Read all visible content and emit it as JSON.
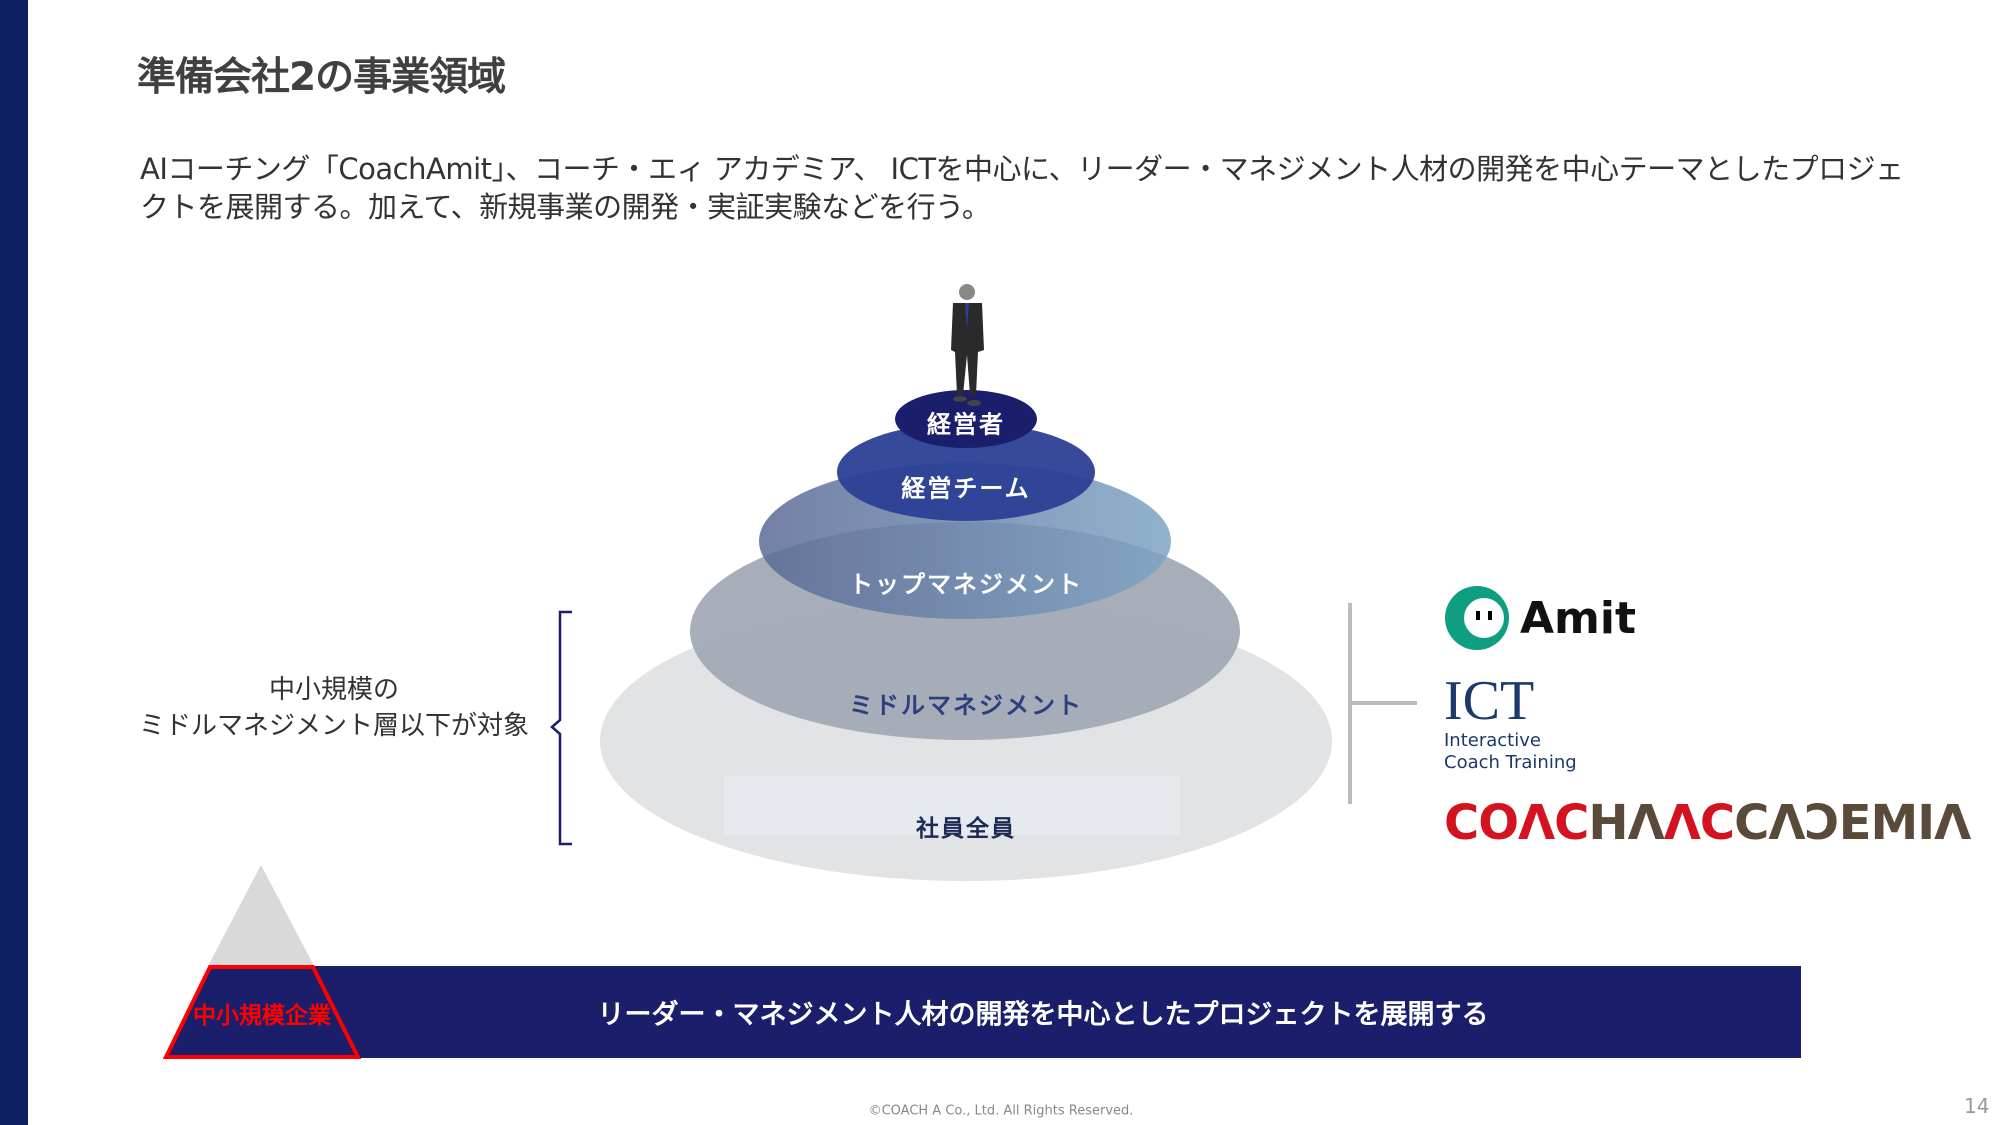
{
  "title": "準備会社2の事業領域",
  "description": [
    "AIコーチング「CoachAmit」、コーチ・エィ アカデミア、 ICTを中心に、リーダー・マネジメント人材の開発を中心テーマとしたプロジェ",
    "クトを展開する。加えて、新規事業の開発・実証実験などを行う。"
  ],
  "pyramid": {
    "levels": [
      "経営者",
      "経営チーム",
      "トップマネジメント",
      "ミドルマネジメント",
      "社員全員"
    ]
  },
  "target_label": [
    "中小規模の",
    "ミドルマネジメント層以下が対象"
  ],
  "logos": {
    "amit": "Amit",
    "ict_title": "ICT",
    "ict_sub1": "Interactive",
    "ict_sub2": "Coach Training",
    "academia_red1": "COΛC",
    "academia_brown1": "HΛ",
    "academia_red2": "ΛC",
    "academia_brown2": "CΛƆEMIΛ"
  },
  "banner": {
    "tag": "中小規模企業",
    "text": "リーダー・マネジメント人材の開発を中心としたプロジェクトを展開する"
  },
  "footer": "©COACH A Co., Ltd. All Rights Reserved.",
  "page_number": "14",
  "colors": {
    "navy": "#1b1e6b",
    "teal": "#0f9e7f",
    "red": "#d3131f",
    "brown": "#5a4a3a",
    "ict": "#1b3a6b"
  }
}
